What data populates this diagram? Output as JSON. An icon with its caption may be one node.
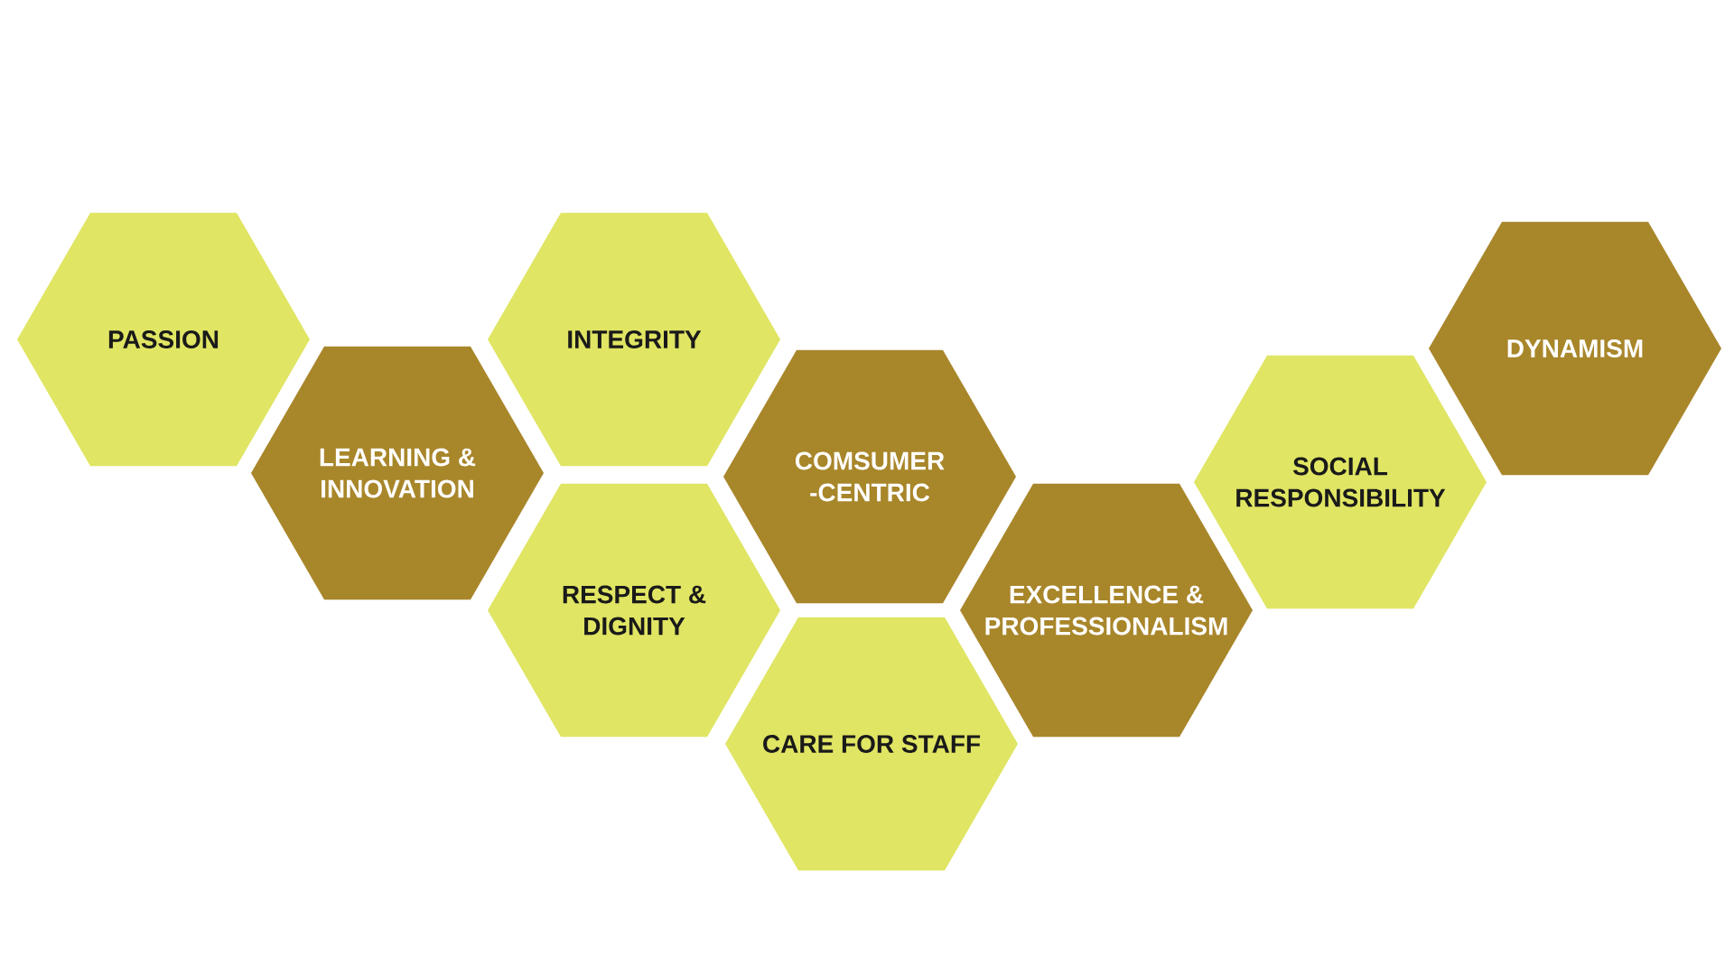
{
  "diagram": {
    "nodes": [
      {
        "text": [
          "PASSION"
        ]
      },
      {
        "text": [
          "LEARNING & INNOVATION"
        ]
      },
      {
        "text": [
          "INTEGRITY"
        ]
      },
      {
        "text": [
          "RESPECT & DIGNITY"
        ]
      },
      {
        "text": [
          "COMSUMER -CENTRIC"
        ]
      },
      {
        "text": [
          "CARE FOR STAFF"
        ]
      },
      {
        "text": [
          "EXCELLENCE & PROFESSIONALISM"
        ]
      },
      {
        "text": [
          "SOCIAL RESPONSIBILITY"
        ]
      },
      {
        "text": [
          "DYNAMISM"
        ]
      }
    ]
  }
}
